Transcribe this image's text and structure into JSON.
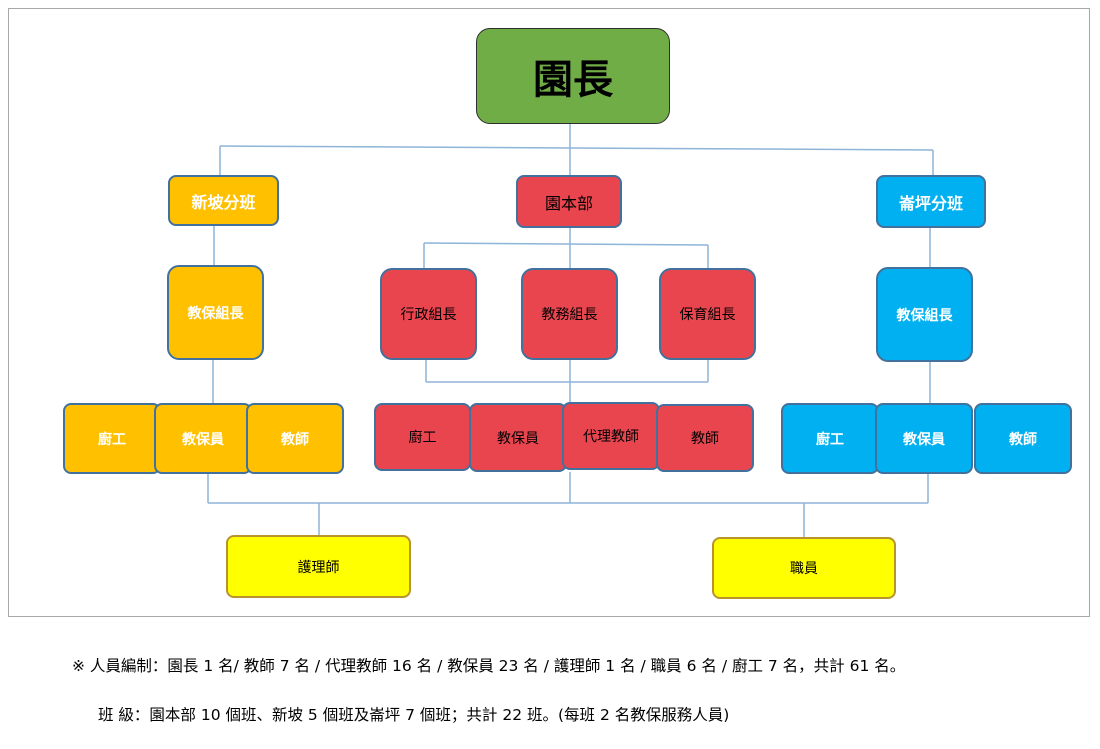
{
  "director": "園長",
  "branches": {
    "xinpo": "新坡分班",
    "main": "園本部",
    "lunping": "崙坪分班"
  },
  "main_leaders": {
    "admin": "行政組長",
    "academic": "教務組長",
    "care": "保育組長"
  },
  "branch_leaders": {
    "xinpo": "教保組長",
    "lunping": "教保組長"
  },
  "staff": {
    "xinpo": [
      "廚工",
      "教保員",
      "教師"
    ],
    "main": [
      "廚工",
      "教保員",
      "代理教師",
      "教師"
    ],
    "lunping": [
      "廚工",
      "教保員",
      "教師"
    ]
  },
  "shared": {
    "nurse": "護理師",
    "clerk": "職員"
  },
  "notes": {
    "staffing": "※  人員編制：園長 1 名/  教師 7 名  /  代理教師 16 名  /  教保員 23 名  /  護理師 1 名  /  職員 6 名  /  廚工 7 名，共計 61 名。",
    "classes": "班        級：園本部 10 個班、新坡 5 個班及崙坪 7 個班；共計 22 班。(每班 2 名教保服務人員)"
  },
  "colors": {
    "director": "#70ad47",
    "xinpo": "#ffc000",
    "main": "#e8454f",
    "lunping": "#00b0f0",
    "shared": "#ffff00",
    "line": "#8eb4d8",
    "border": "#41719c"
  }
}
